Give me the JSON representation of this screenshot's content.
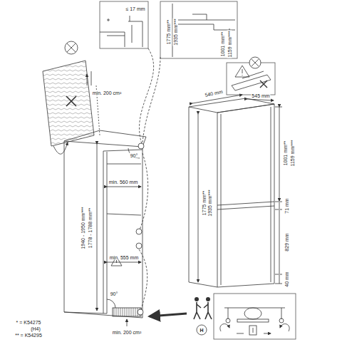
{
  "diagram": {
    "labels": [
      "≤ 17 mm",
      "1775 mm**",
      "1935 mm***",
      "1001 mm**",
      "1159 mm***",
      "540 mm",
      "545 mm",
      "min. 200 cm²",
      "90°",
      "min. 560 mm",
      "min. 555 mm",
      "1778 - 1788 mm**",
      "1940 - 1950 mm***",
      "90°",
      "min. 200 cm²",
      "1775 mm**",
      "1935 mm***",
      "1001 mm**",
      "1159 mm***",
      "71 mm",
      "829 mm",
      "40 mm",
      "H",
      "* = K54275",
      "(H4)",
      "** = K54295"
    ]
  }
}
